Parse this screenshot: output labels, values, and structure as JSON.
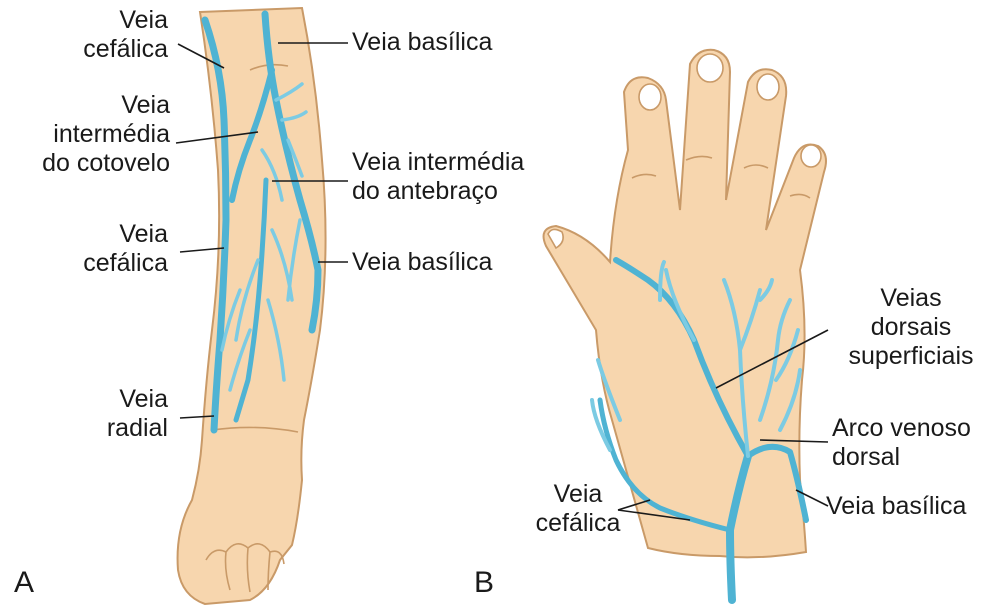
{
  "panels": {
    "a": "A",
    "b": "B"
  },
  "labels": {
    "a_cefalica_top": [
      "Veia",
      "cefálica"
    ],
    "a_basilica_top": "Veia basílica",
    "a_intermedia_cotovelo": [
      "Veia",
      "intermédia",
      "do cotovelo"
    ],
    "a_intermedia_antebraco": [
      "Veia intermédia",
      "do antebraço"
    ],
    "a_cefalica_mid": [
      "Veia",
      "cefálica"
    ],
    "a_basilica_mid": "Veia basílica",
    "a_radial": [
      "Veia",
      "radial"
    ],
    "b_dorsais": [
      "Veias",
      "dorsais",
      "superficiais"
    ],
    "b_arco": [
      "Arco venoso",
      "dorsal"
    ],
    "b_cefalica": [
      "Veia",
      "cefálica"
    ],
    "b_basilica": "Veia basílica"
  },
  "colors": {
    "skin": "#f7d6ae",
    "skin_outline": "#c99a68",
    "vein": "#4fb3d3",
    "text": "#1a1a1a"
  }
}
